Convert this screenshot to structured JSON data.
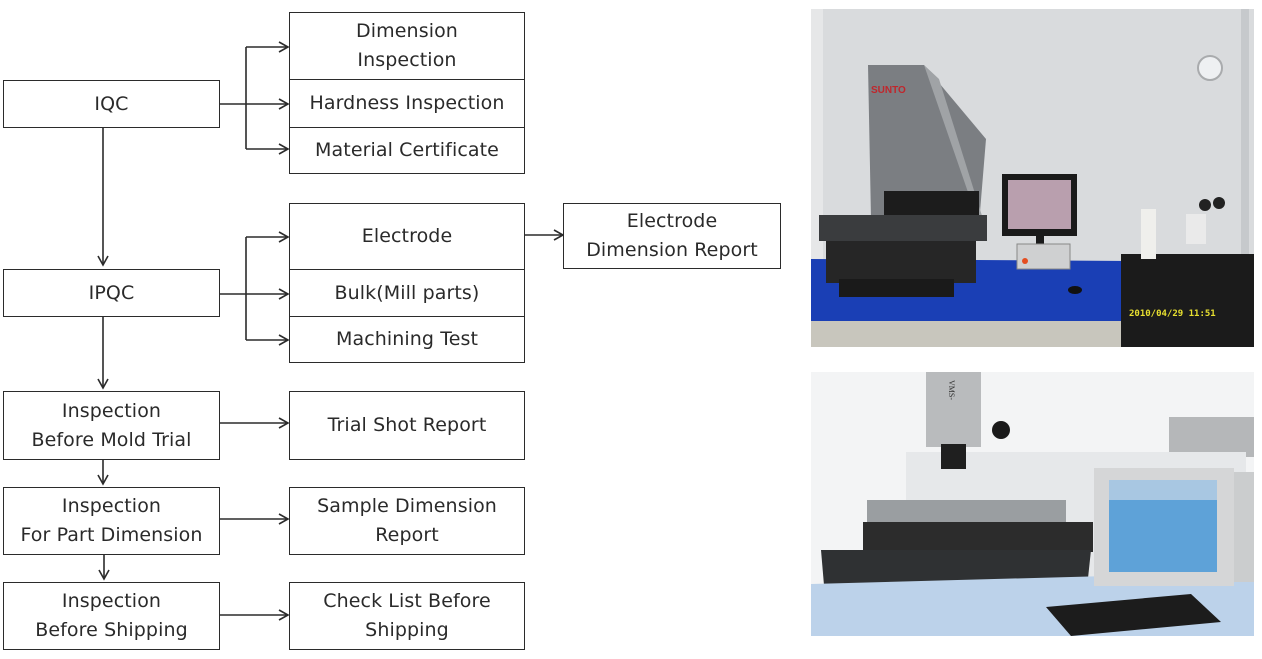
{
  "flowchart": {
    "main_steps": [
      {
        "id": "iqc",
        "label": "IQC"
      },
      {
        "id": "ipqc",
        "label": "IPQC"
      },
      {
        "id": "before-mold-trial",
        "label": "Inspection\nBefore Mold Trial"
      },
      {
        "id": "part-dimension",
        "label": "Inspection\nFor Part Dimension"
      },
      {
        "id": "before-shipping",
        "label": "Inspection\nBefore Shipping"
      }
    ],
    "iqc_items": [
      {
        "label": "Dimension\nInspection"
      },
      {
        "label": "Hardness Inspection"
      },
      {
        "label": "Material Certificate"
      }
    ],
    "ipqc_items": [
      {
        "label": "Electrode"
      },
      {
        "label": "Bulk(Mill parts)"
      },
      {
        "label": "Machining Test"
      }
    ],
    "electrode_report": {
      "label": "Electrode\nDimension Report"
    },
    "reports": [
      {
        "label": "Trial Shot Report"
      },
      {
        "label": "Sample Dimension\nReport"
      },
      {
        "label": "Check List Before\nShipping"
      }
    ]
  },
  "photos": {
    "top": {
      "description": "Video measuring machine with monitor on blue bench",
      "brand_text": "SUNTO",
      "timestamp": "2010/04/29 11:51"
    },
    "bottom": {
      "description": "VMS measuring system with CRT monitor and keyboard",
      "model_text": "VMS-"
    }
  },
  "colors": {
    "line": "#2b2b2b",
    "bench_blue": "#1a3fb5",
    "timestamp": "#e8e030"
  }
}
